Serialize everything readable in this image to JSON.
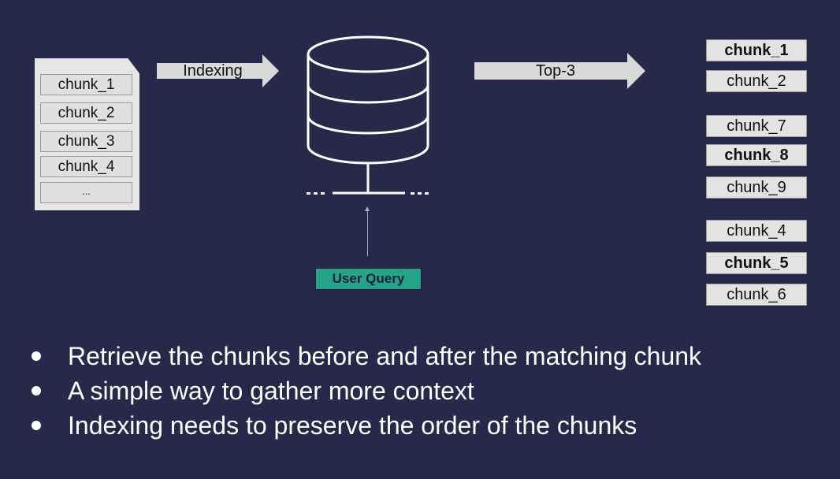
{
  "document": {
    "chunks": [
      "chunk_1",
      "chunk_2",
      "chunk_3",
      "chunk_4",
      "..."
    ]
  },
  "arrows": {
    "indexing_label": "Indexing",
    "top_k_label": "Top-3"
  },
  "query": {
    "label": "User Query"
  },
  "results": [
    {
      "label": "chunk_1",
      "bold": true
    },
    {
      "label": "chunk_2",
      "bold": false
    },
    {
      "label": "chunk_7",
      "bold": false
    },
    {
      "label": "chunk_8",
      "bold": true
    },
    {
      "label": "chunk_9",
      "bold": false
    },
    {
      "label": "chunk_4",
      "bold": false
    },
    {
      "label": "chunk_5",
      "bold": true
    },
    {
      "label": "chunk_6",
      "bold": false
    }
  ],
  "bullets": [
    "Retrieve the chunks before and after the matching chunk",
    "A simple way to gather more context",
    "Indexing needs to preserve the order of the chunks"
  ],
  "colors": {
    "background": "#27294a",
    "query_badge": "#24a38a",
    "chunk_box": "#e3e3e3"
  }
}
